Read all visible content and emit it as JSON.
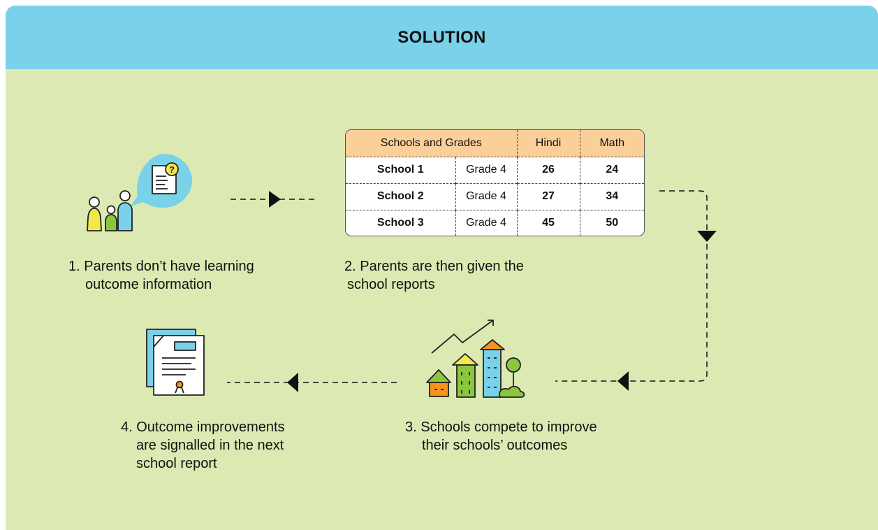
{
  "header": {
    "title": "SOLUTION"
  },
  "steps": [
    {
      "lines": [
        "1.  Parents don’t have learning",
        "outcome information"
      ]
    },
    {
      "lines": [
        "2. Parents are then given the",
        "school reports"
      ]
    },
    {
      "lines": [
        "3. Schools compete to improve",
        "their schools’ outcomes"
      ]
    },
    {
      "lines": [
        "4. Outcome improvements",
        "are signalled in the next",
        "school report"
      ]
    }
  ],
  "report_table": {
    "headers": [
      "Schools and Grades",
      "Hindi",
      "Math"
    ],
    "rows": [
      {
        "school": "School 1",
        "grade": "Grade 4",
        "hindi": "26",
        "math": "24"
      },
      {
        "school": "School 2",
        "grade": "Grade 4",
        "hindi": "27",
        "math": "34"
      },
      {
        "school": "School 3",
        "grade": "Grade 4",
        "hindi": "45",
        "math": "50"
      }
    ]
  },
  "icons": [
    "parents-question-icon",
    "school-buildings-growth-icon",
    "certificate-report-icon"
  ],
  "colors": {
    "banner": "#7ad1ea",
    "background": "#dce9b3",
    "table_header": "#fbcf99",
    "yellow": "#f2e84a",
    "green": "#8cc63f",
    "blue": "#7ad1ea",
    "orange": "#f7941d"
  }
}
